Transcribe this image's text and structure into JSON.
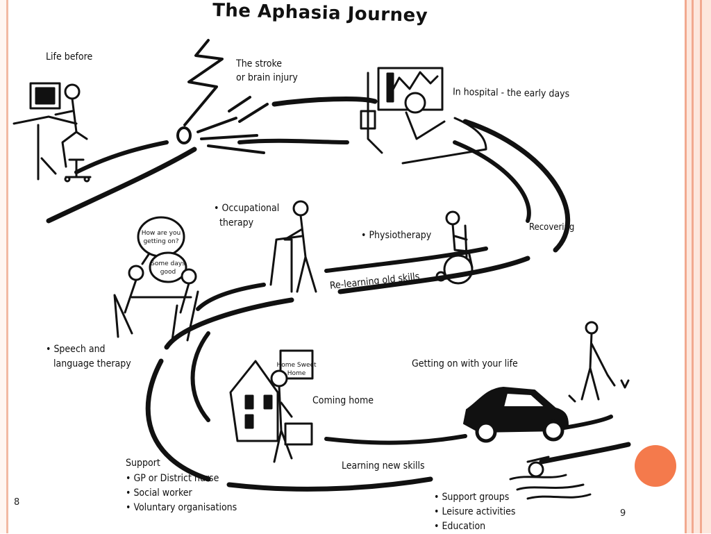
{
  "slide": {
    "title": "The Aphasia Journey",
    "page_left": "8",
    "page_right": "9",
    "accent_color": "#f47a4c",
    "frame_color": "#f2a98f"
  },
  "stages": {
    "life_before": "Life before",
    "stroke_line1": "The stroke",
    "stroke_line2": "or brain injury",
    "hospital": "In hospital - the early days",
    "occupational_line1": "Occupational",
    "occupational_line2": "therapy",
    "physiotherapy": "Physiotherapy",
    "recovering": "Recovering",
    "relearning": "Re-learning old skills",
    "speech_line1": "Speech and",
    "speech_line2": "language therapy",
    "coming_home": "Coming home",
    "getting_on": "Getting on with your life",
    "learning_new": "Learning new skills"
  },
  "support": {
    "heading": "Support",
    "items": [
      "GP or District nurse",
      "Social worker",
      "Voluntary organisations"
    ]
  },
  "activities": {
    "items": [
      "Support groups",
      "Leisure activities",
      "Education"
    ]
  },
  "speech_bubbles": {
    "bubble1": "How are you getting on?",
    "bubble2": "Some days good",
    "house_sign": "Home Sweet Home"
  },
  "icons": [
    "person-at-computer-icon",
    "lightning-bolt-icon",
    "hospital-bed-icon",
    "walking-frame-person-icon",
    "wheelchair-person-icon",
    "conversation-people-icon",
    "house-icon",
    "car-icon",
    "walking-person-icon",
    "swimmer-icon"
  ]
}
